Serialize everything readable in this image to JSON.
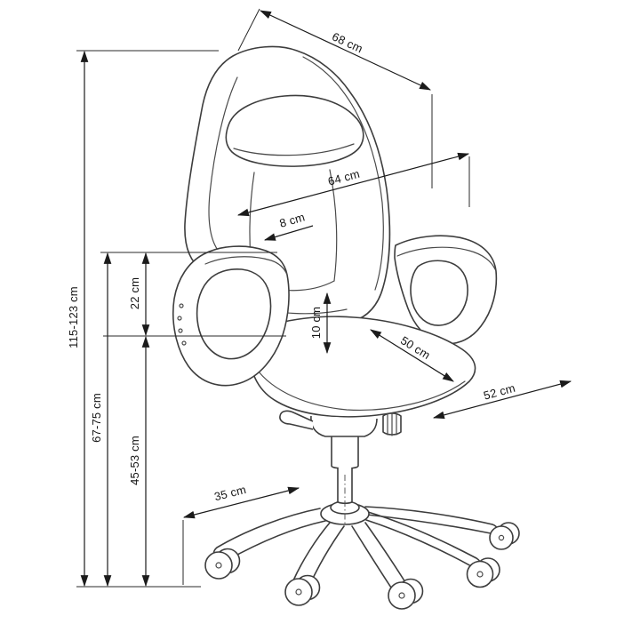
{
  "diagram": {
    "subject": "office-chair-dimension-drawing",
    "unit": "cm",
    "dimensions": {
      "total_height": "115-123 cm",
      "armrest_floor_height": "67-75 cm",
      "seat_floor_height": "45-53 cm",
      "seat_to_armrest": "22 cm",
      "backrest_top_width": "68 cm",
      "backrest_width": "64 cm",
      "headrest_cushion_thickness": "8 cm",
      "seat_cushion_thickness": "10 cm",
      "seat_depth": "50 cm",
      "seat_width": "52 cm",
      "base_arm_length": "35 cm"
    }
  }
}
